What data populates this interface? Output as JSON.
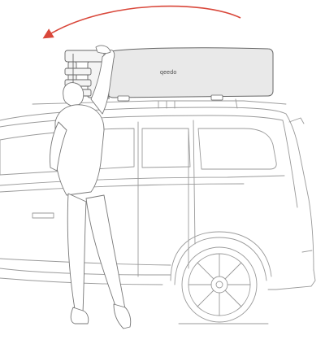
{
  "illustration": {
    "brand_text": "qeedo",
    "arrow_color": "#d9473a",
    "line_color": "#9a9a9a",
    "tent_fill": "#e9e9e9",
    "icons": [
      "curved-arrow-icon",
      "rooftop-tent",
      "person",
      "van"
    ]
  }
}
